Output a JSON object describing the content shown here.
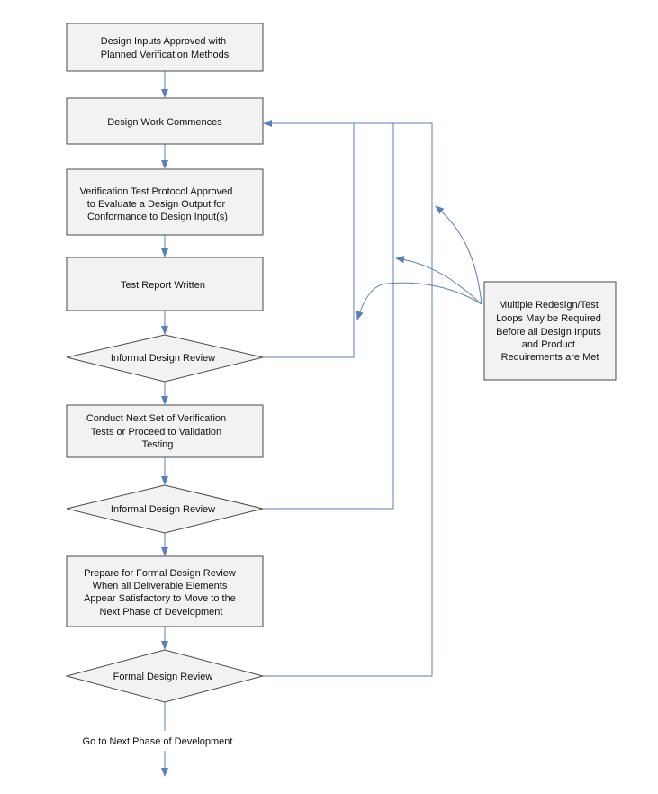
{
  "nodes": {
    "n1": {
      "lines": [
        "Design Inputs Approved with",
        "Planned Verification Methods"
      ]
    },
    "n2": {
      "lines": [
        "Design Work Commences"
      ]
    },
    "n3": {
      "lines": [
        "Verification Test Protocol Approved",
        "to Evaluate a Design Output for",
        "Conformance to Design Input(s)"
      ]
    },
    "n4": {
      "lines": [
        "Test Report Written"
      ]
    },
    "d1": {
      "lines": [
        "Informal Design Review"
      ]
    },
    "n5": {
      "lines": [
        "Conduct Next Set of Verification",
        "Tests or Proceed to Validation",
        "Testing"
      ]
    },
    "d2": {
      "lines": [
        "Informal Design Review"
      ]
    },
    "n6": {
      "lines": [
        "Prepare for Formal Design Review",
        "When all Deliverable Elements",
        "Appear Satisfactory to Move to the",
        "Next Phase of Development"
      ]
    },
    "d3": {
      "lines": [
        "Formal Design Review"
      ]
    },
    "end": {
      "lines": [
        "Go to Next Phase of Development"
      ]
    }
  },
  "note": {
    "lines": [
      "Multiple Redesign/Test",
      "Loops May be Required",
      "Before all Design Inputs",
      "and Product",
      "Requirements are Met"
    ]
  },
  "colors": {
    "arrow": "#5b7fba",
    "box_fill": "#f2f2f2",
    "box_stroke": "#4a4a4a"
  }
}
